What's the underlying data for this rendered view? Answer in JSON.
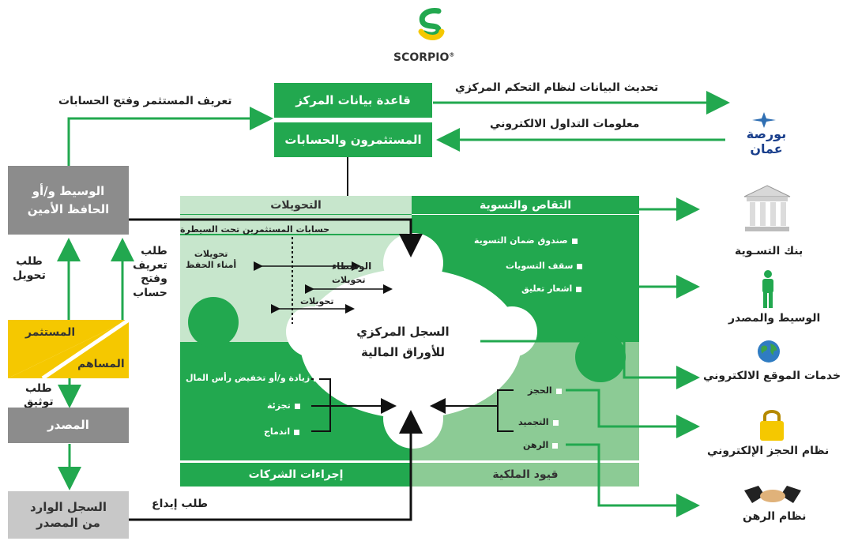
{
  "brand": {
    "name": "SCORPIO",
    "reg": "®"
  },
  "top": {
    "db_label": "قاعدة بيانات المركز",
    "investors_label": "المستثمرون والحسابات",
    "update_label": "تحديث البيانات لنظام التحكم المركزي",
    "trading_label": "معلومات التداول الالكتروني",
    "define_label": "تعريف المستثمر وفتح الحسابات",
    "exchange_logo": "بورصة عمان"
  },
  "left": {
    "broker_label": "الوسيط و/أو\nالحافظ الأمين",
    "transfer_request": "طلب\nتحويل",
    "define_request": "طلب\nتعريف\nوفتح\nحساب",
    "investor_label": "المستثمر",
    "shareholder_label": "المساهم",
    "auth_request": "طلب\nتوثيق",
    "issuer_label": "المصدر",
    "register_label": "السجل الوارد\nمن المصدر",
    "deposit_request": "طلب إيداع"
  },
  "center": {
    "transfers_header": "التحويلات",
    "clearing_header": "التقاص والتسوية",
    "controlled_accounts": "حسابات المستثمرين تحت السيطرة",
    "custodian_transfers": "تحويلات\nأمناء الحفظ",
    "brokers": "الوسطاء",
    "transfers_a": "تحويلات",
    "transfers_b": "تحويلات",
    "registry_label": "السجل المركزي\nللأوراق المالية",
    "clearing_items": [
      "صندوق ضمان التسوية",
      "سقف التسويات",
      "اشعار تعليق"
    ],
    "corporate_items": [
      "زيادة و/أو تخفيض رأس المال",
      "تجزئة",
      "اندماج"
    ],
    "ownership_items": [
      "الحجز",
      "التجميد",
      "الرهن"
    ],
    "corporate_footer": "إجراءات الشركات",
    "ownership_footer": "قيود الملكية"
  },
  "right": {
    "bank_label": "بنك التسـوية",
    "broker_issuer_label": "الوسيط والمصدر",
    "web_label": "خدمات الموقع الالكتروني",
    "seizure_label": "نظام الحجز الإلكتروني",
    "pledge_label": "نظام الرهن"
  }
}
